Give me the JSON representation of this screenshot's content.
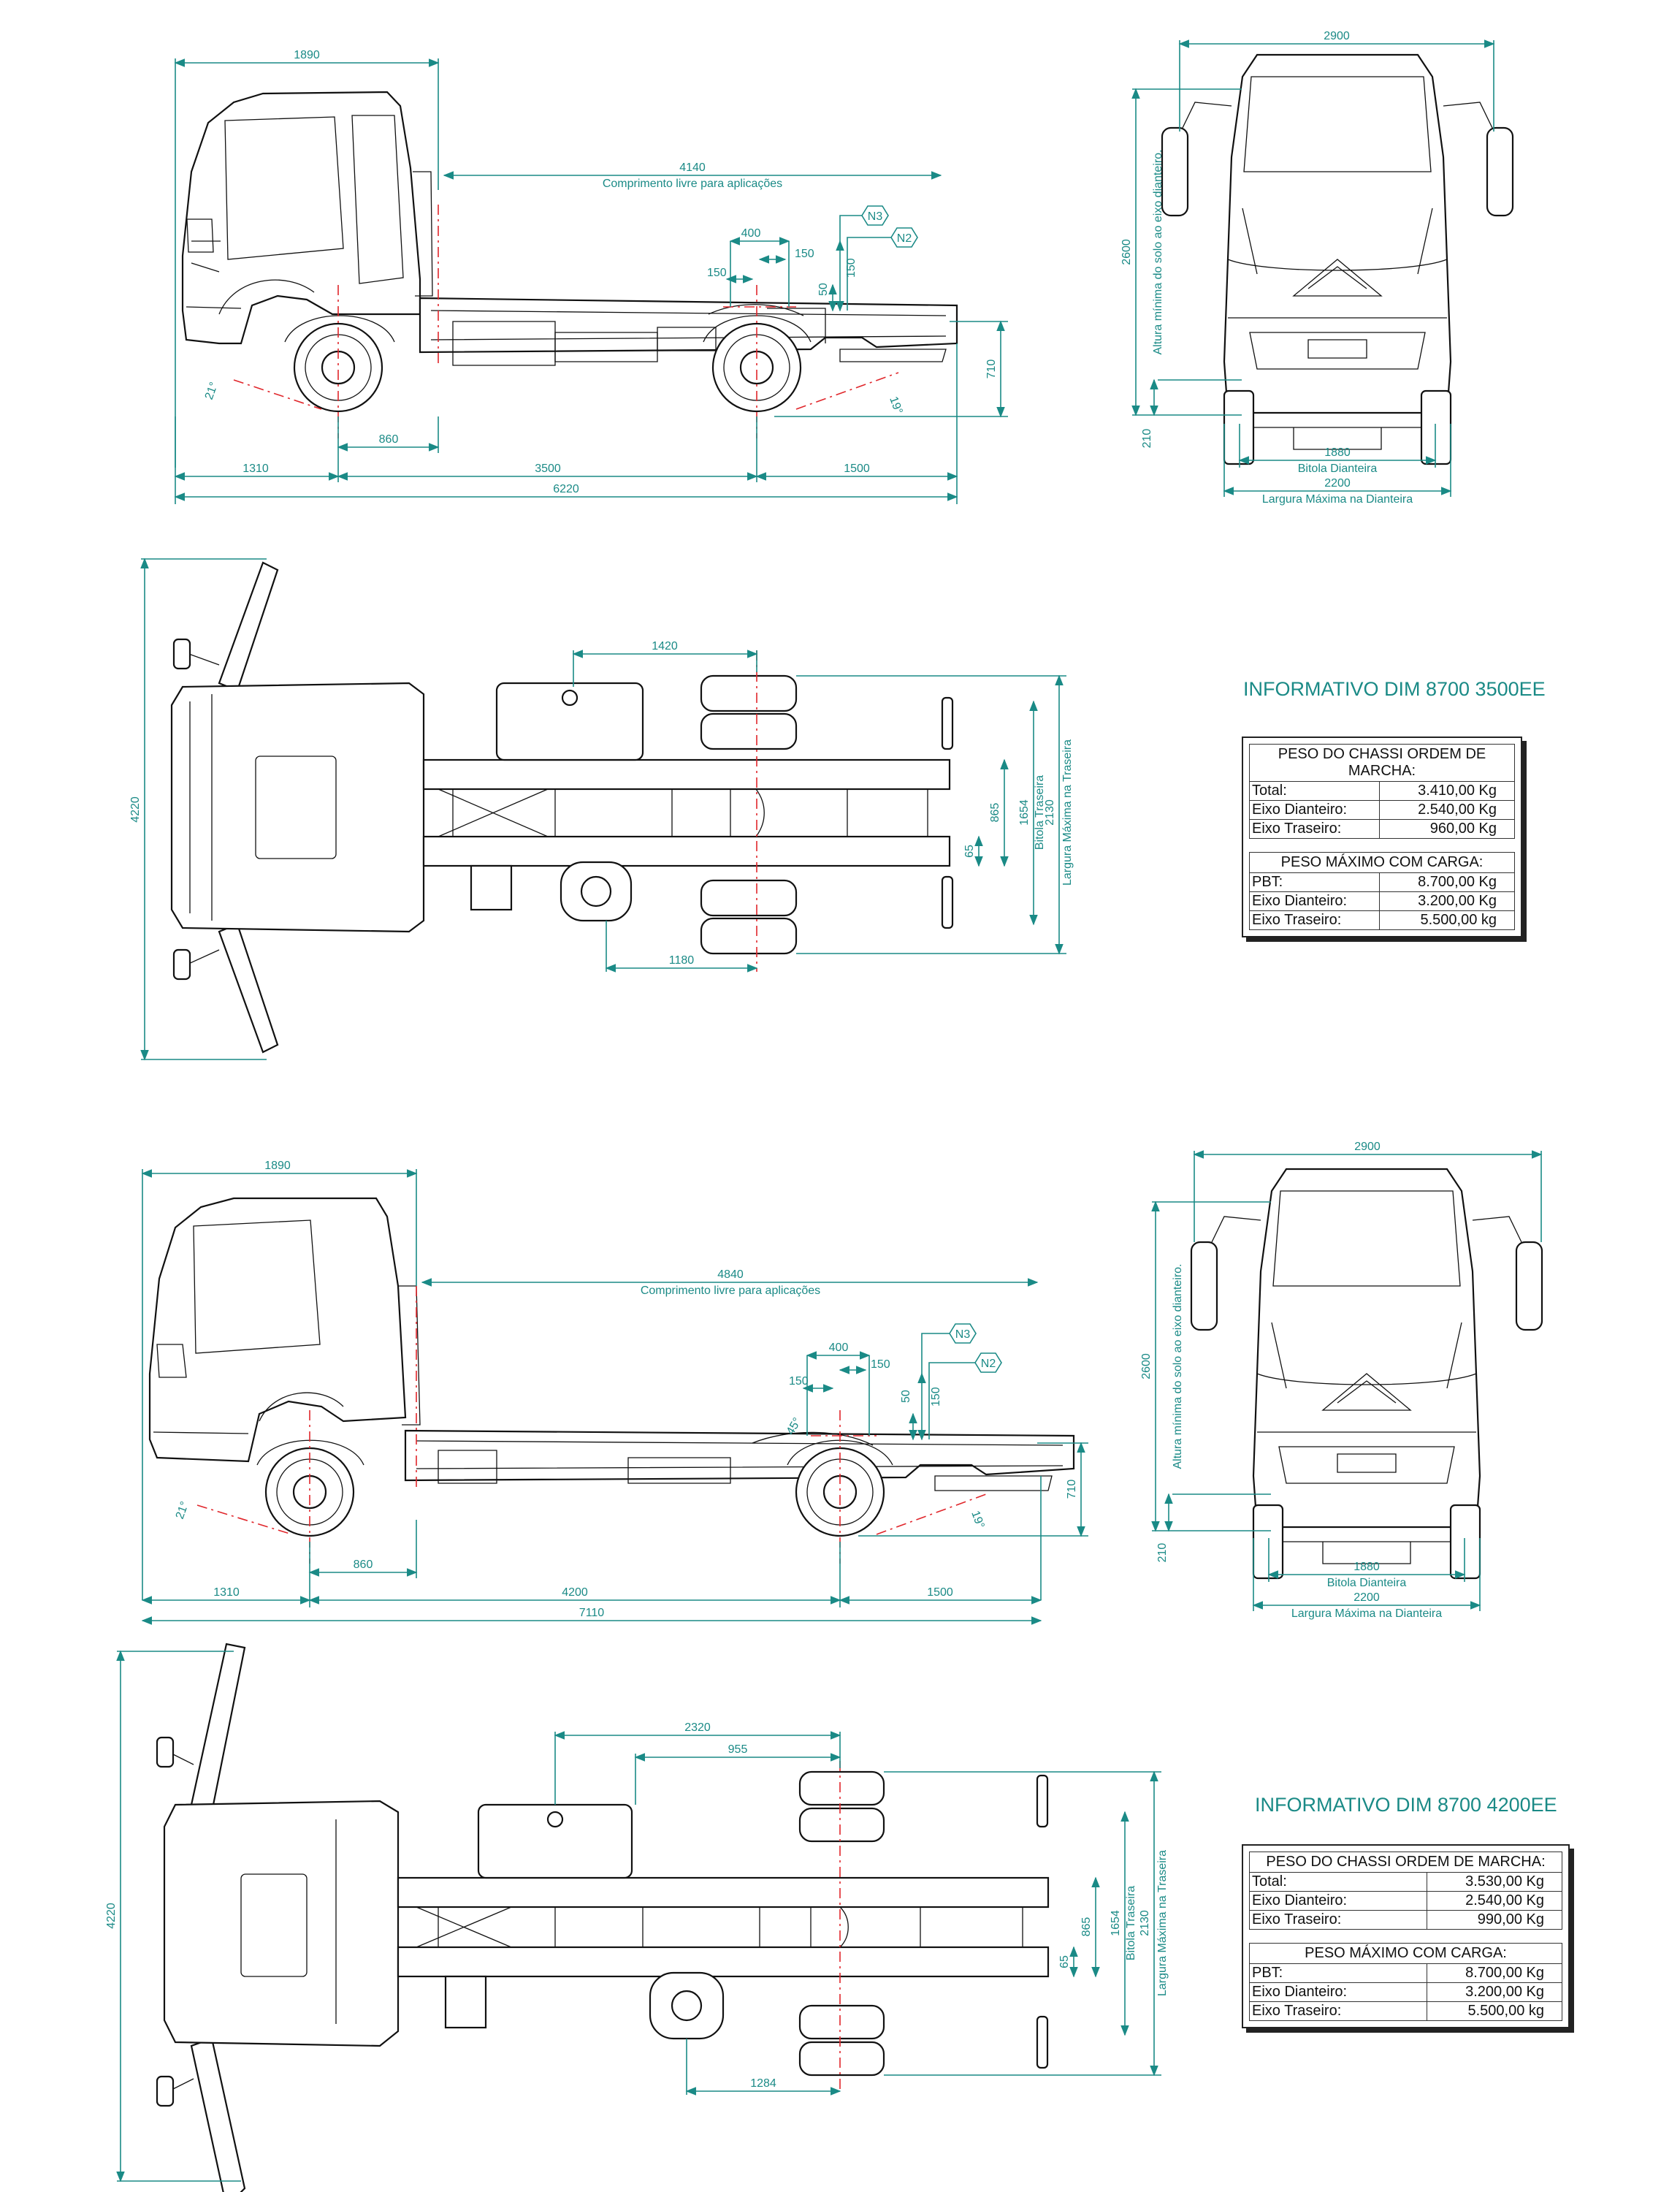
{
  "views": {
    "side1": {
      "cab_length": "1890",
      "free_length": "4140",
      "free_length_label": "Comprimento livre para aplicações",
      "d400": "400",
      "d150a": "150",
      "d150b": "150",
      "d150c": "150",
      "d50": "50",
      "n3": "N3",
      "n2": "N2",
      "front_overhang": "1310",
      "wheelbase": "3500",
      "rear_overhang": "1500",
      "total_length": "6220",
      "d860": "860",
      "frame_height": "710",
      "angle_front": "21°",
      "angle_rear": "19°"
    },
    "front1": {
      "mirror_width": "2900",
      "height": "2600",
      "clearance_label": "Altura mínima do solo ao eixo dianteiro.",
      "clearance": "210",
      "track": "1880",
      "track_label": "Bitola Dianteira",
      "max_width": "2200",
      "max_width_label": "Largura Máxima na Dianteira"
    },
    "top1": {
      "overall_width": "4220",
      "d1420": "1420",
      "d1180": "1180",
      "d65": "65",
      "d865": "865",
      "d1654": "1654",
      "rear_track_label": "Bitola Traseira",
      "d2130": "2130",
      "rear_width_label": "Largura Máxima na Traseira"
    },
    "side2": {
      "cab_length": "1890",
      "free_length": "4840",
      "free_length_label": "Comprimento livre para aplicações",
      "d400": "400",
      "d150a": "150",
      "d150b": "150",
      "d150c": "150",
      "d50": "50",
      "n3": "N3",
      "n2": "N2",
      "front_overhang": "1310",
      "wheelbase": "4200",
      "rear_overhang": "1500",
      "total_length": "7110",
      "d860": "860",
      "frame_height": "710",
      "angle_front": "21°",
      "angle_rear": "19°",
      "angle_45": "45°"
    },
    "front2": {
      "mirror_width": "2900",
      "height": "2600",
      "clearance_label": "Altura mínima do solo ao eixo dianteiro.",
      "clearance": "210",
      "track": "1880",
      "track_label": "Bitola Dianteira",
      "max_width": "2200",
      "max_width_label": "Largura Máxima na Dianteira"
    },
    "top2": {
      "overall_width": "4220",
      "d2320": "2320",
      "d955": "955",
      "d1284": "1284",
      "d65": "65",
      "d865": "865",
      "d1654": "1654",
      "rear_track_label": "Bitola Traseira",
      "d2130": "2130",
      "rear_width_label": "Largura Máxima na Traseira"
    }
  },
  "info1": {
    "title": "INFORMATIVO DIM 8700 3500EE",
    "running_header": "PESO DO CHASSI ORDEM DE MARCHA:",
    "running": [
      {
        "label": "Total:",
        "value": "3.410,00 Kg"
      },
      {
        "label": "Eixo Dianteiro:",
        "value": "2.540,00 Kg"
      },
      {
        "label": "Eixo Traseiro:",
        "value": "960,00 Kg"
      }
    ],
    "max_header": "PESO MÁXIMO COM CARGA:",
    "max": [
      {
        "label": "PBT:",
        "value": "8.700,00 Kg"
      },
      {
        "label": "Eixo Dianteiro:",
        "value": "3.200,00 Kg"
      },
      {
        "label": "Eixo Traseiro:",
        "value": "5.500,00 kg"
      }
    ]
  },
  "info2": {
    "title": "INFORMATIVO DIM 8700 4200EE",
    "running_header": "PESO DO CHASSI ORDEM DE MARCHA:",
    "running": [
      {
        "label": "Total:",
        "value": "3.530,00 Kg"
      },
      {
        "label": "Eixo Dianteiro:",
        "value": "2.540,00 Kg"
      },
      {
        "label": "Eixo Traseiro:",
        "value": "990,00 Kg"
      }
    ],
    "max_header": "PESO MÁXIMO COM CARGA:",
    "max": [
      {
        "label": "PBT:",
        "value": "8.700,00 Kg"
      },
      {
        "label": "Eixo Dianteiro:",
        "value": "3.200,00 Kg"
      },
      {
        "label": "Eixo Traseiro:",
        "value": "5.500,00 kg"
      }
    ]
  },
  "colors": {
    "dimension": "#1a8a86",
    "centerline": "#e0262b",
    "line": "#111111"
  }
}
